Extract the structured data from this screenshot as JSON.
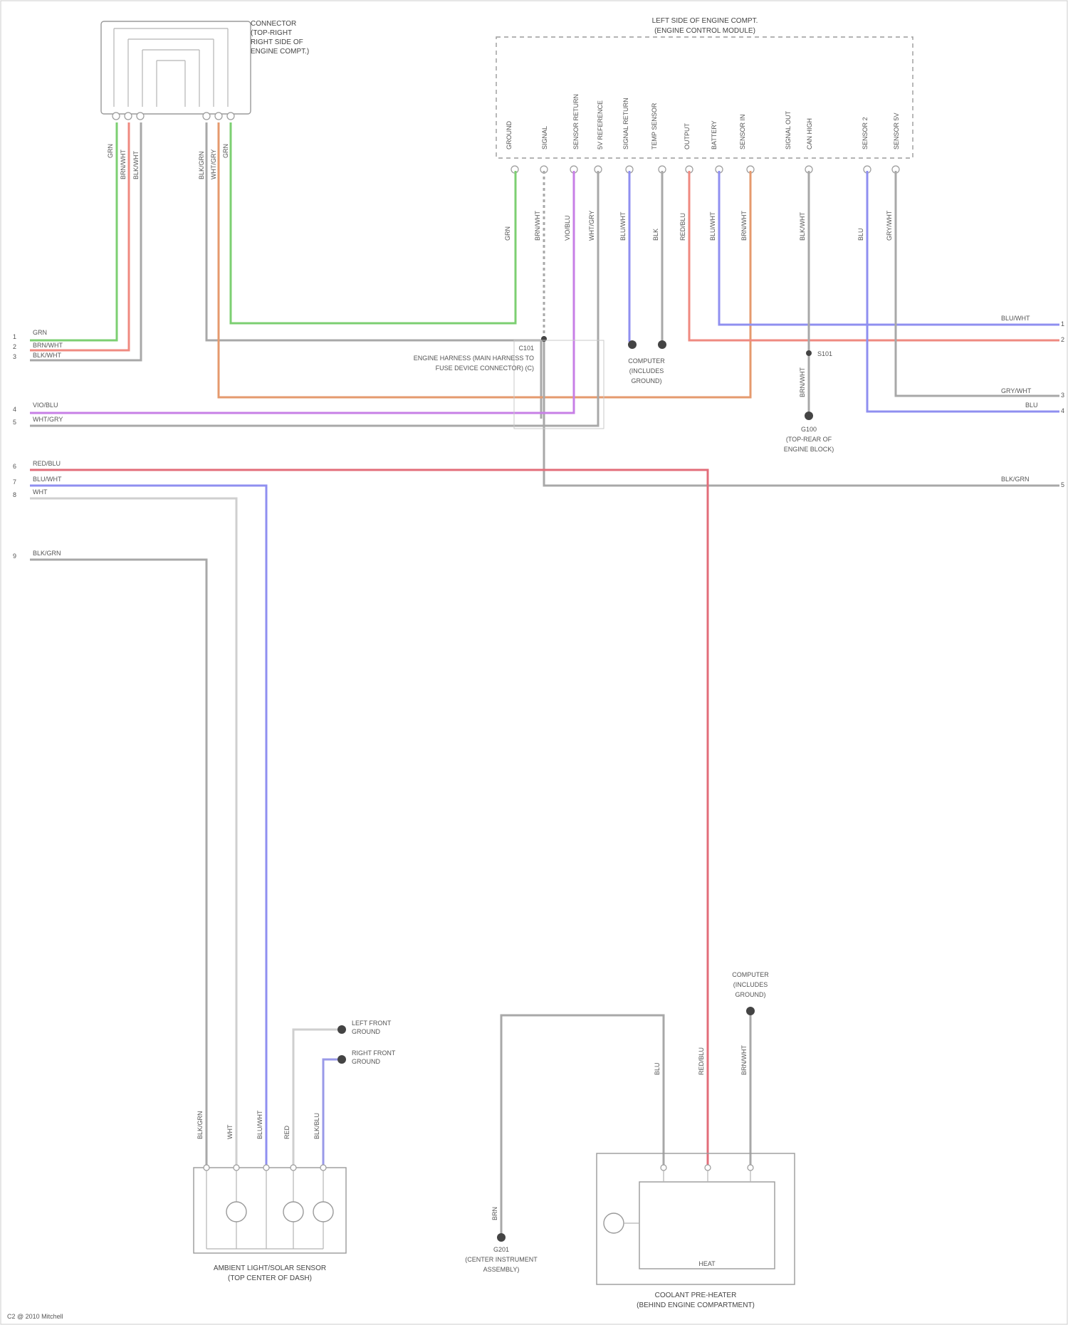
{
  "colors": {
    "green": "#7ccf72",
    "red": "#ef8a80",
    "orange": "#e59a6e",
    "gray": "#a8a8a8",
    "violet": "#c77fe6",
    "blue": "#8f8ff0",
    "pink": "#e36d7a",
    "dark": "#444444"
  },
  "labels": {
    "top_left_connector": [
      "CONNECTOR",
      "(TOP-RIGHT",
      "RIGHT SIDE OF",
      "ENGINE COMPT.)"
    ],
    "top_right_module": [
      "LEFT SIDE OF ENGINE COMPT.",
      "(ENGINE CONTROL MODULE)"
    ],
    "splice_center": [
      "C101",
      "ENGINE HARNESS (MAIN HARNESS TO",
      "FUSE DEVICE CONNECTOR) (C)"
    ],
    "ground_mid": [
      "COMPUTER",
      "(INCLUDES",
      "GROUND)"
    ],
    "ground_right": [
      "G100",
      "(TOP-REAR OF",
      "ENGINE BLOCK)"
    ],
    "splice_right": "S101",
    "sensor_left": [
      "AMBIENT LIGHT/SOLAR SENSOR",
      "(TOP CENTER OF DASH)"
    ],
    "ground_bottom_mid": [
      "G201",
      "(CENTER INSTRUMENT",
      "ASSEMBLY)"
    ],
    "heater_bottom_right": [
      "COOLANT PRE-HEATER",
      "(BEHIND ENGINE COMPARTMENT)"
    ],
    "ground_bottom_right": [
      "COMPUTER",
      "(INCLUDES",
      "GROUND)"
    ],
    "heater_inner": "HEAT",
    "ground_small_1": [
      "LEFT FRONT",
      "GROUND"
    ],
    "ground_small_2": [
      "RIGHT FRONT",
      "GROUND"
    ],
    "footer": "C2 @ 2010 Mitchell"
  },
  "left_edge_pins": [
    "1",
    "2",
    "3",
    "4",
    "5",
    "6",
    "7",
    "8",
    "9"
  ],
  "left_wire_labels": [
    "GRN",
    "BRN/WHT",
    "BLK/WHT",
    "VIO/BLU",
    "WHT/GRY",
    "RED/BLU",
    "BLU/WHT",
    "WHT",
    "BLK/GRN"
  ],
  "right_wire_labels": [
    "BLU/WHT",
    "GRY/WHT",
    "BLU",
    "BLK/GRN"
  ],
  "right_edge_pins": [
    "1",
    "2",
    "3",
    "4",
    "5"
  ],
  "module_pin_labels": [
    "GROUND",
    "SIGNAL",
    "SENSOR RETURN",
    "5V REFERENCE",
    "SIGNAL RETURN",
    "TEMP SENSOR",
    "OUTPUT",
    "BATTERY",
    "SENSOR IN",
    "SIGNAL OUT",
    "CAN HIGH",
    "SENSOR 2",
    "SENSOR 5V"
  ],
  "module_wire_labels": [
    "GRN",
    "BRN/WHT",
    "VIO/BLU",
    "WHT/GRY",
    "BLU/WHT",
    "BLK",
    "RED/BLU",
    "BLU/WHT",
    "BRN/WHT",
    "BLK/WHT",
    "BLU",
    "GRY/WHT"
  ],
  "sensor_pin_labels": [
    "BLK/GRN",
    "WHT",
    "BLU/WHT",
    "RED",
    "BLK/BLU"
  ],
  "heater_wire_labels": [
    "BLU",
    "RED/BLU",
    "BRN/WHT"
  ],
  "bottom_ground_label": "BRN"
}
